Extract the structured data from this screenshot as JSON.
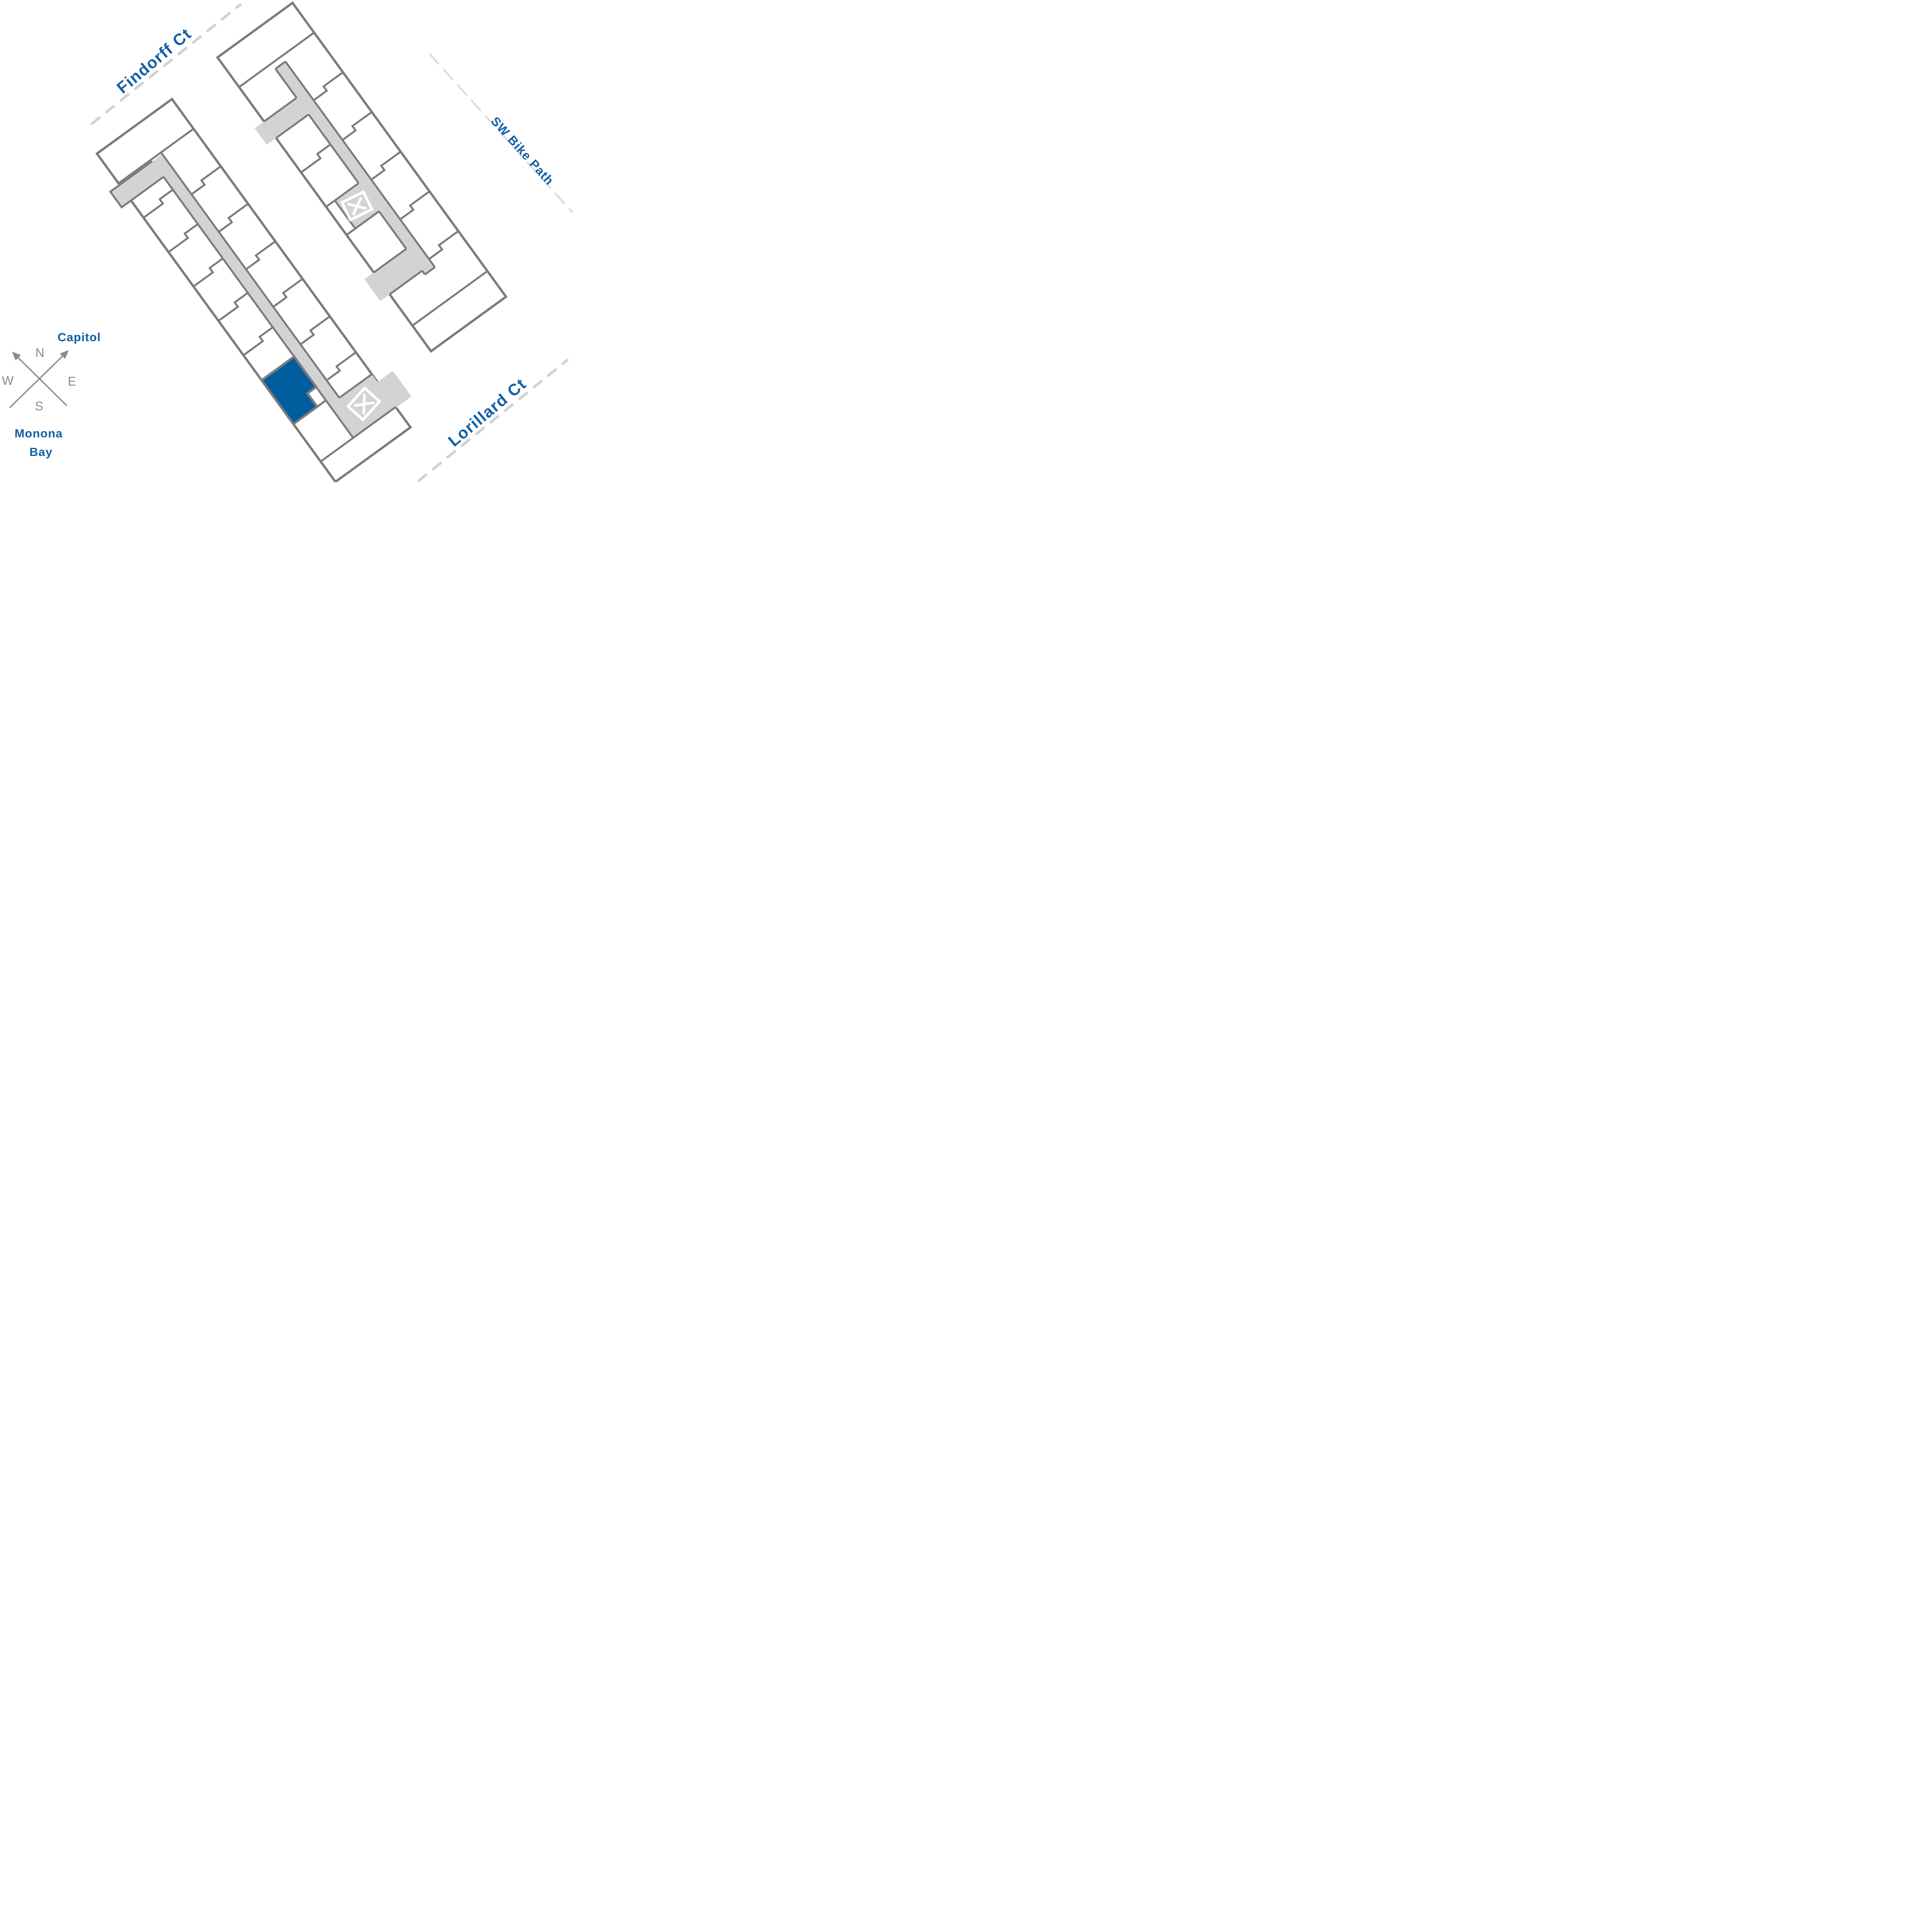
{
  "streets": {
    "findorff": {
      "label": "Findorff Ct"
    },
    "bike_path": {
      "label": "SW Bike Path"
    },
    "lorillard": {
      "label": "Lorillard Ct"
    }
  },
  "landmarks": {
    "capitol": {
      "label": "Capitol"
    },
    "monona_bay": {
      "line1": "Monona",
      "line2": "Bay"
    }
  },
  "compass": {
    "north": "N",
    "south": "S",
    "east": "E",
    "west": "W"
  },
  "colors": {
    "accent_blue": "#135FA5",
    "highlight_blue": "#005E9E",
    "wall_gray": "#7B7B7B",
    "corridor_gray": "#D3D3D3",
    "street_dash_gray": "#D2D2D2",
    "bike_dash_gray": "#DBDBDB",
    "compass_gray": "#8C8C8C"
  }
}
